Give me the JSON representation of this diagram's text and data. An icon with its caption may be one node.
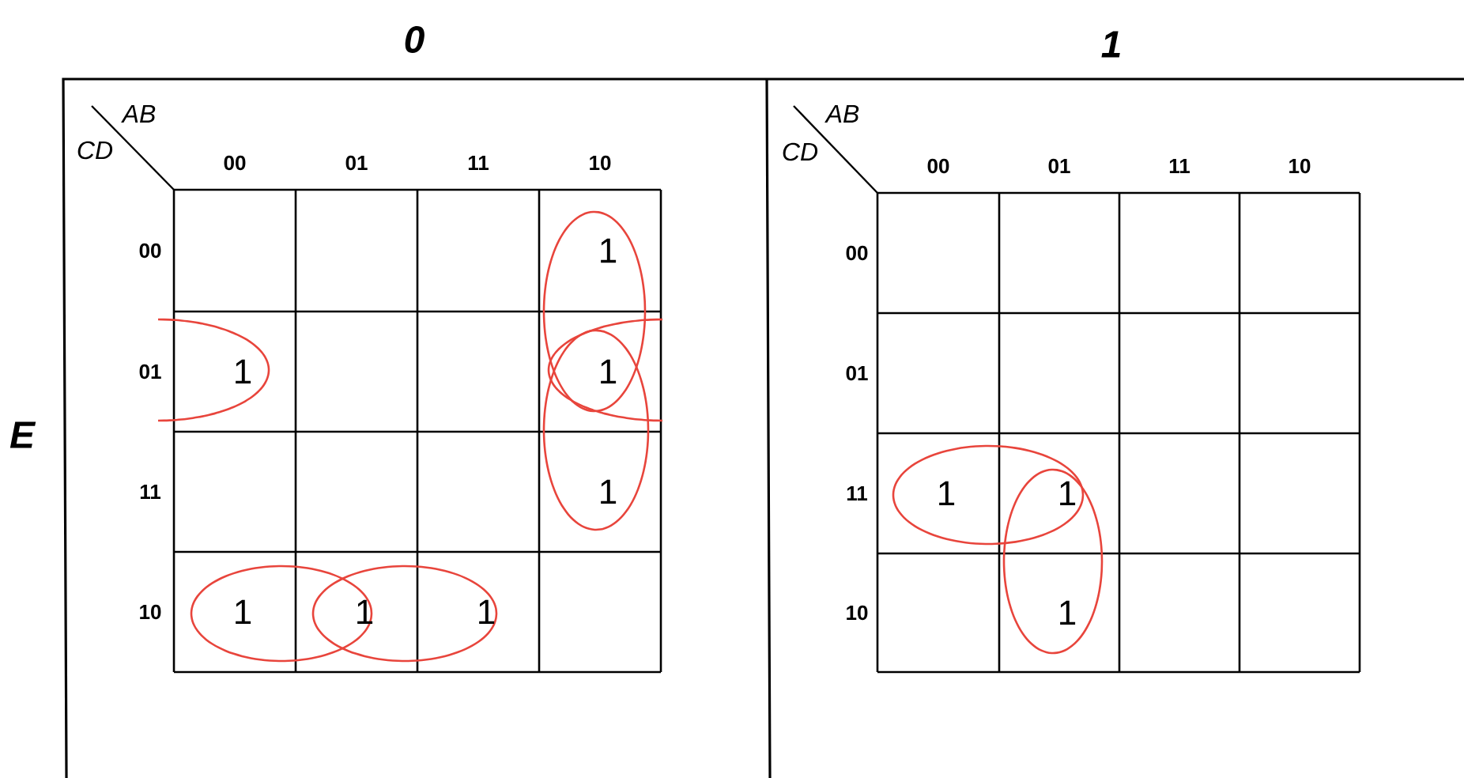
{
  "diagram": {
    "labels": [
      "0",
      "1",
      "E",
      "AB",
      "CD",
      "00",
      "01",
      "11",
      "10",
      "00",
      "1",
      "01",
      "1",
      "1",
      "11",
      "1",
      "10",
      "1",
      "1",
      "1",
      "AB",
      "CD",
      "00",
      "01",
      "11",
      "10",
      "00",
      "01",
      "11",
      "1",
      "1",
      "10",
      "1"
    ]
  }
}
